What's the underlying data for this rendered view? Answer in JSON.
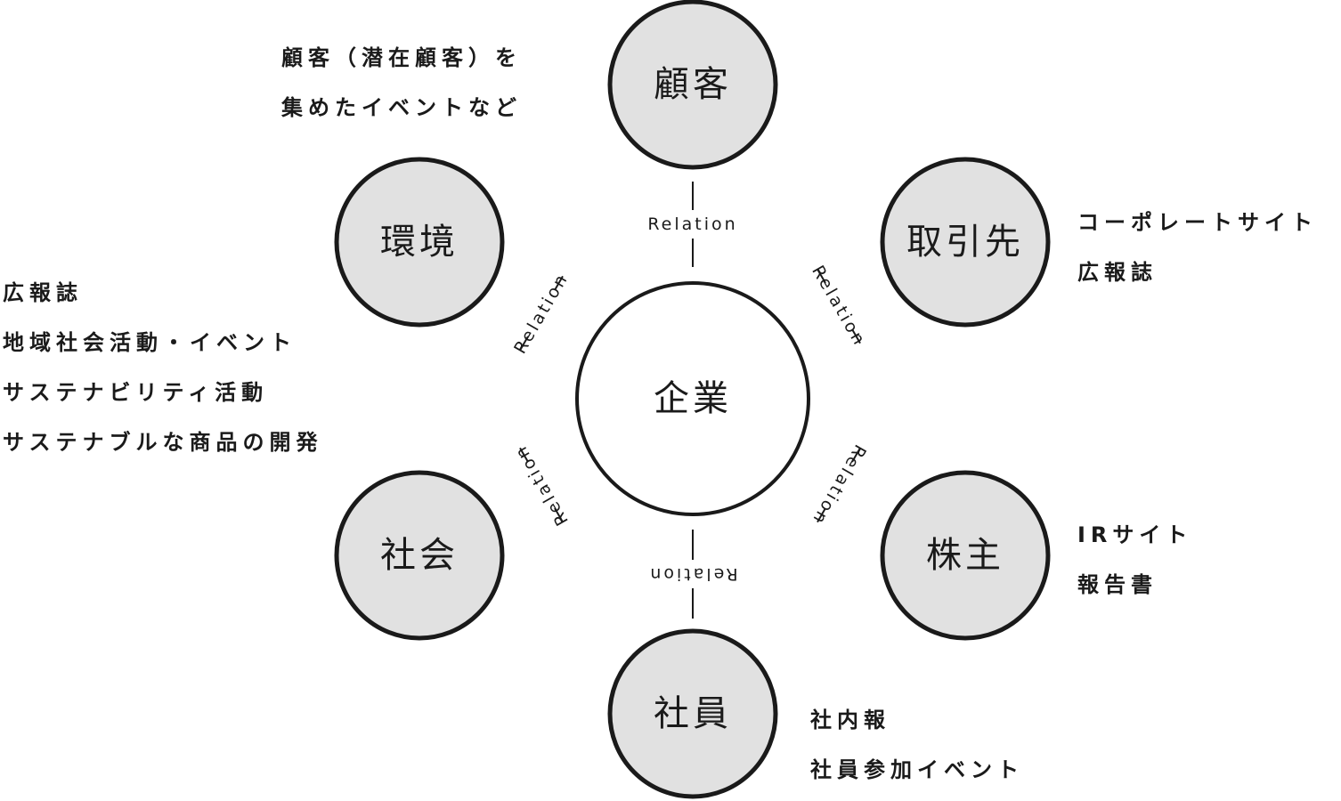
{
  "center": {
    "label": "企業"
  },
  "relation_label": "Relation",
  "nodes": {
    "customer": {
      "label": "顧客"
    },
    "partner": {
      "label": "取引先"
    },
    "shareholder": {
      "label": "株主"
    },
    "employee": {
      "label": "社員"
    },
    "society": {
      "label": "社会"
    },
    "environment": {
      "label": "環境"
    }
  },
  "notes": {
    "customer": [
      "顧客（潜在顧客）を",
      "集めたイベントなど"
    ],
    "partner": [
      "コーポレートサイト",
      "広報誌"
    ],
    "shareholder": [
      "IRサイト",
      "報告書"
    ],
    "employee": [
      "社内報",
      "社員参加イベント"
    ],
    "environment": [
      "広報誌",
      "地域社会活動・イベント",
      "サステナビリティ活動",
      "サステナブルな商品の開発"
    ]
  }
}
